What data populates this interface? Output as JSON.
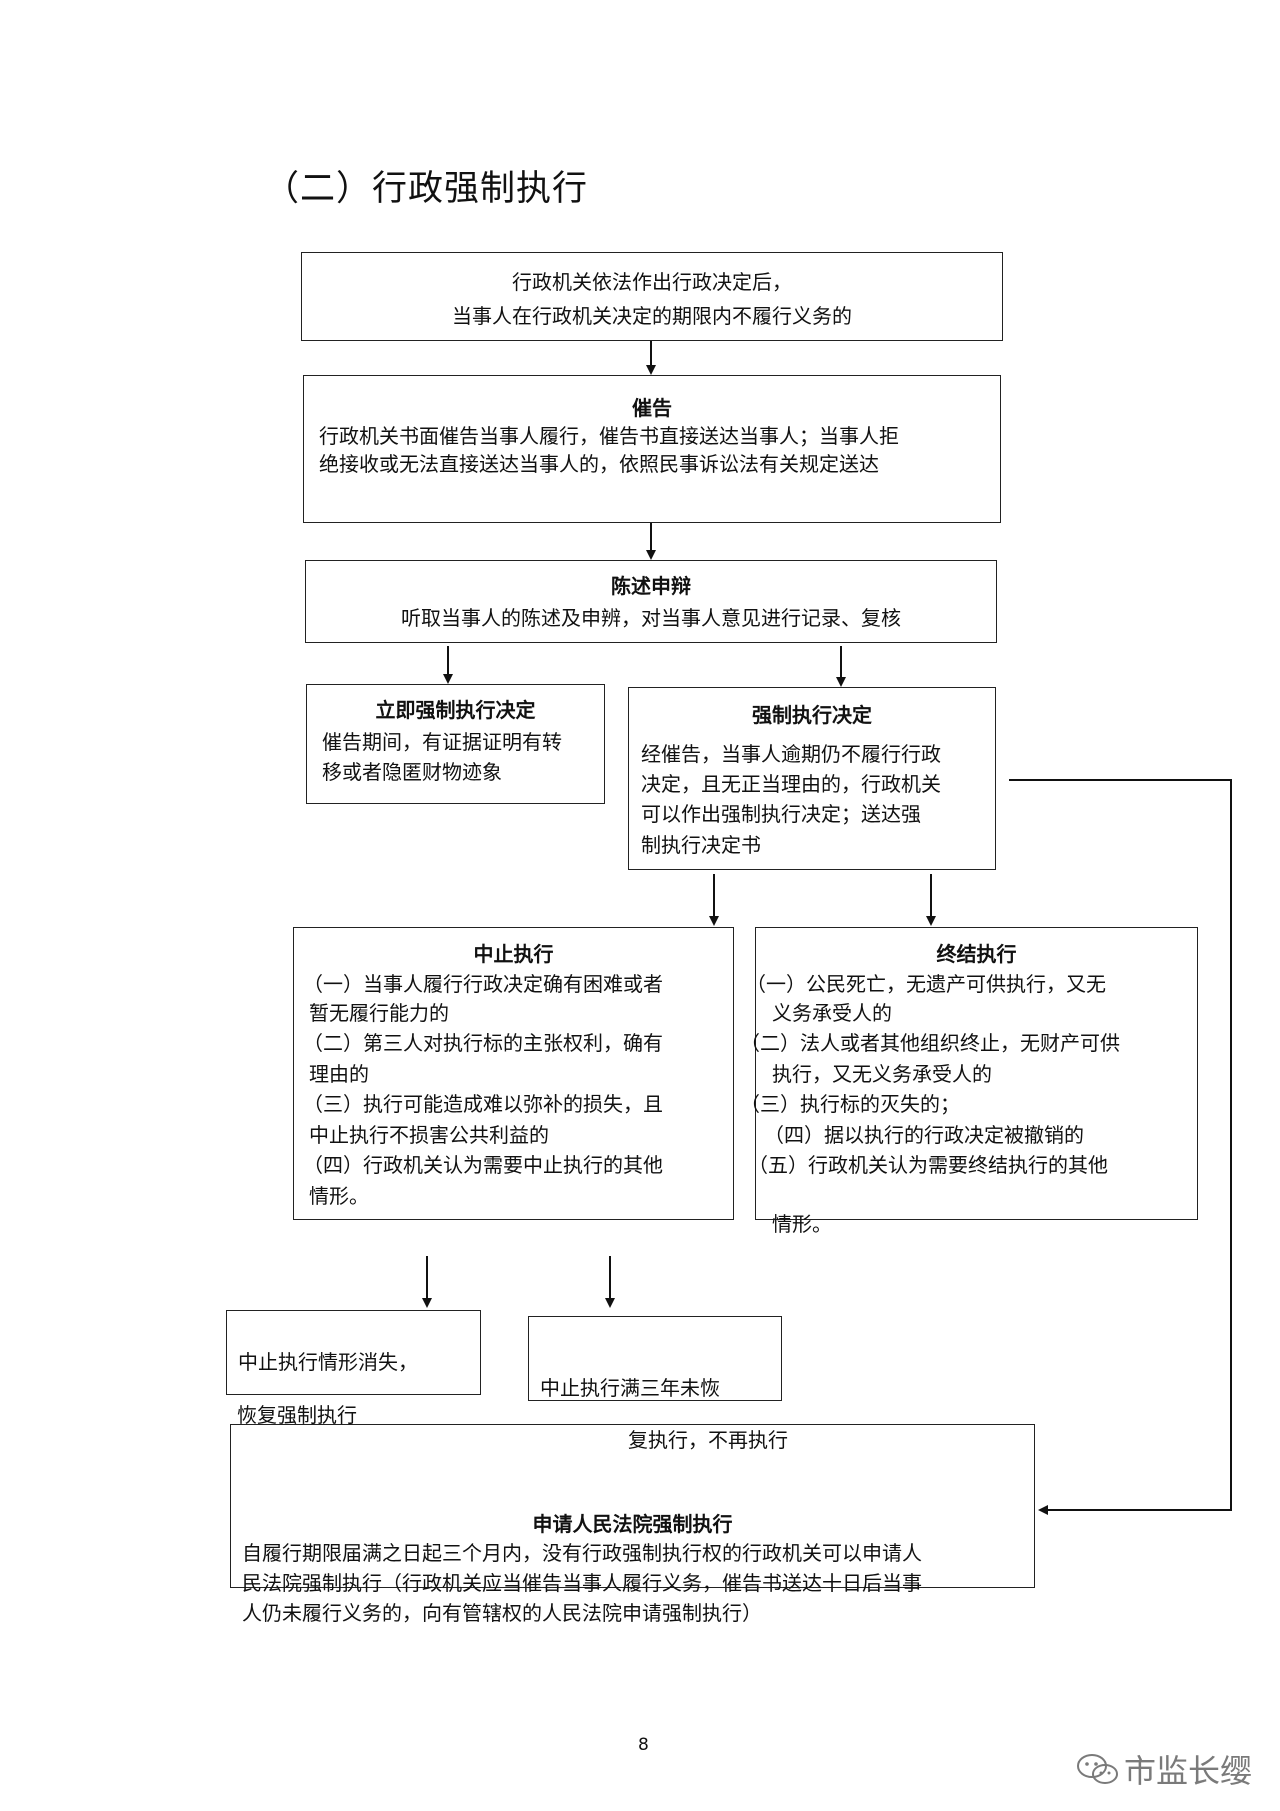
{
  "heading": "（二）行政强制执行",
  "boxes": {
    "start": {
      "line1": "行政机关依法作出行政决定后，",
      "line2": "当事人在行政机关决定的期限内不履行义务的"
    },
    "urge": {
      "title": "催告",
      "line1": "行政机关书面催告当事人履行，催告书直接送达当事人；当事人拒",
      "line2": "绝接收或无法直接送达当事人的，依照民事诉讼法有关规定送达"
    },
    "statement": {
      "title": "陈述申辩",
      "line1": "听取当事人的陈述及申辨，对当事人意见进行记录、复核"
    },
    "immediate": {
      "title": "立即强制执行决定",
      "line1": "催告期间，有证据证明有转",
      "line2": "移或者隐匿财物迹象"
    },
    "decision": {
      "title": "强制执行决定",
      "line1": "经催告，当事人逾期仍不履行行政",
      "line2": "决定，且无正当理由的，行政机关",
      "line3": "可以作出强制执行决定；送达强",
      "line4": "制执行决定书"
    },
    "suspend": {
      "title": "中止执行",
      "lines": [
        "（一）当事人履行行政决定确有困难或者",
        "暂无履行能力的",
        "（二）第三人对执行标的主张权利，确有",
        "理由的",
        "（三）执行可能造成难以弥补的损失，且",
        "中止执行不损害公共利益的",
        "（四）行政机关认为需要中止执行的其他",
        "情形。"
      ]
    },
    "terminate": {
      "title": "终结执行",
      "lines": [
        "（一）公民死亡，无遗产可供执行，又无",
        "义务承受人的",
        "（二）法人或者其他组织终止，无财产可供",
        "执行，又无义务承受人的",
        "（三）执行标的灭失的；",
        "（四）据以执行的行政决定被撤销的",
        "（五）行政机关认为需要终结执行的其他",
        "情形。"
      ]
    },
    "resume": {
      "line1": "中止执行情形消失，",
      "line2": "恢复强制执行"
    },
    "three_years": {
      "line1": "中止执行满三年未恢",
      "line2": "复执行，不再执行"
    },
    "court": {
      "title": "申请人民法院强制执行",
      "line1": "自履行期限届满之日起三个月内，没有行政强制执行权的行政机关可以申请人",
      "line2": "民法院强制执行（行政机关应当催告当事人履行义务，催告书送达十日后当事",
      "line3": "人仍未履行义务的，向有管辖权的人民法院申请强制执行）"
    }
  },
  "page_number": "8",
  "watermark": {
    "text": "市监长缨",
    "icon": "wechat-icon"
  },
  "colors": {
    "ink": "#111111",
    "line": "#222222",
    "watermark": "#7a7a7a"
  }
}
